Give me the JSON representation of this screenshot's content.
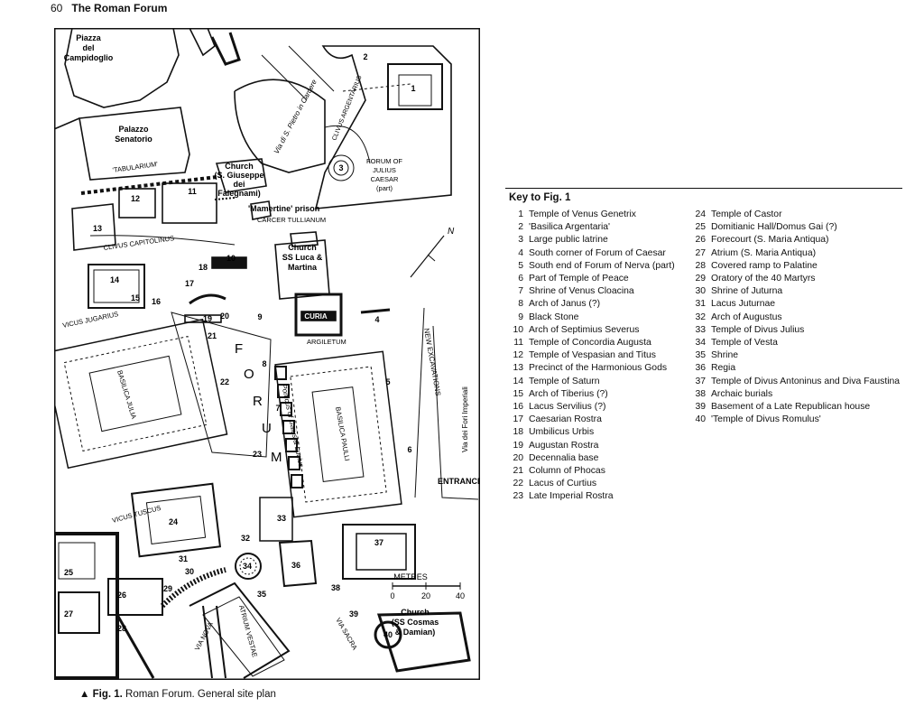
{
  "header": {
    "page_number": "60",
    "title": "The Roman Forum"
  },
  "map": {
    "place_labels": {
      "piazza": [
        "Piazza",
        "del",
        "Campidoglio"
      ],
      "palazzo": [
        "Palazzo",
        "Senatorio"
      ],
      "tabularium": "'TABULARIUM'",
      "church_giuseppe": [
        "Church",
        "(S. Giuseppe",
        "dei",
        "Falegnami)"
      ],
      "mamertine": "'Mamertine' prison",
      "carcer": "CARCER TULLIANUM",
      "church_luca": [
        "Church",
        "SS Luca &",
        "Martina"
      ],
      "clivus_capitolinus": "CLIVUS CAPITOLINUS",
      "vicus_jugarius": "VICUS JUGARIUS",
      "vicus_tuscus": "VICUS TUSCUS",
      "basilica_julia": "BASILICA JULIA",
      "basilica_paulli": "BASILICA PAULLI",
      "curia": "CURIA",
      "argiletum": "ARGILETUM",
      "forum": [
        "F",
        "O",
        "R",
        "U",
        "M"
      ],
      "porticus": "Porticus of Gaius & Lucius",
      "new_excavations": "NEW EXCAVATIONS",
      "via_fori": "Via dei Fori Imperiali",
      "entrance": "ENTRANCE",
      "via_pietro": "Via di S. Pietro in Carcere",
      "clivus_argentarius": "CLIVUS ARGENTARIUS",
      "forum_julius": [
        "FORUM OF",
        "JULIUS",
        "CAESAR",
        "(part)"
      ],
      "church_cosmas": [
        "Church",
        "(SS Cosmas",
        "& Damian)"
      ],
      "via_nova": "VIA NOVA",
      "atrium_vestae": "ATRIUM VESTAE",
      "via_sacra": "VIA SACRA",
      "north": "N"
    },
    "scale": {
      "label": "METRES",
      "ticks": [
        "0",
        "20",
        "40"
      ]
    },
    "number_labels": [
      "1",
      "2",
      "3",
      "4",
      "5",
      "6",
      "7",
      "8",
      "9",
      "10",
      "11",
      "12",
      "13",
      "14",
      "15",
      "16",
      "17",
      "18",
      "19",
      "20",
      "21",
      "22",
      "23",
      "24",
      "25",
      "26",
      "27",
      "28",
      "29",
      "30",
      "31",
      "32",
      "33",
      "34",
      "35",
      "36",
      "37",
      "38",
      "39",
      "40"
    ]
  },
  "key": {
    "title": "Key to Fig. 1",
    "items": [
      {
        "n": "1",
        "t": "Temple of Venus Genetrix"
      },
      {
        "n": "2",
        "t": "'Basilica Argentaria'"
      },
      {
        "n": "3",
        "t": "Large public latrine"
      },
      {
        "n": "4",
        "t": "South corner of Forum of Caesar"
      },
      {
        "n": "5",
        "t": "South end of Forum of Nerva (part)"
      },
      {
        "n": "6",
        "t": "Part of Temple of Peace"
      },
      {
        "n": "7",
        "t": "Shrine of Venus Cloacina"
      },
      {
        "n": "8",
        "t": "Arch of Janus (?)"
      },
      {
        "n": "9",
        "t": "Black Stone"
      },
      {
        "n": "10",
        "t": "Arch of Septimius Severus"
      },
      {
        "n": "11",
        "t": "Temple of Concordia Augusta"
      },
      {
        "n": "12",
        "t": "Temple of Vespasian and Titus"
      },
      {
        "n": "13",
        "t": "Precinct of the Harmonious Gods"
      },
      {
        "n": "14",
        "t": "Temple of Saturn"
      },
      {
        "n": "15",
        "t": "Arch of Tiberius (?)"
      },
      {
        "n": "16",
        "t": "Lacus Servilius (?)"
      },
      {
        "n": "17",
        "t": "Caesarian Rostra"
      },
      {
        "n": "18",
        "t": "Umbilicus Urbis"
      },
      {
        "n": "19",
        "t": "Augustan Rostra"
      },
      {
        "n": "20",
        "t": "Decennalia base"
      },
      {
        "n": "21",
        "t": "Column of Phocas"
      },
      {
        "n": "22",
        "t": "Lacus of Curtius"
      },
      {
        "n": "23",
        "t": "Late Imperial Rostra"
      },
      {
        "n": "24",
        "t": "Temple of Castor"
      },
      {
        "n": "25",
        "t": "Domitianic Hall/Domus Gai (?)"
      },
      {
        "n": "26",
        "t": "Forecourt (S. Maria Antiqua)"
      },
      {
        "n": "27",
        "t": "Atrium (S. Maria Antiqua)"
      },
      {
        "n": "28",
        "t": "Covered ramp to Palatine"
      },
      {
        "n": "29",
        "t": "Oratory of the 40 Martyrs"
      },
      {
        "n": "30",
        "t": "Shrine of Juturna"
      },
      {
        "n": "31",
        "t": "Lacus Juturnae"
      },
      {
        "n": "32",
        "t": "Arch of Augustus"
      },
      {
        "n": "33",
        "t": "Temple of Divus Julius"
      },
      {
        "n": "34",
        "t": "Temple of Vesta"
      },
      {
        "n": "35",
        "t": "Shrine"
      },
      {
        "n": "36",
        "t": "Regia"
      },
      {
        "n": "37",
        "t": "Temple of Divus Antoninus and Diva Faustina"
      },
      {
        "n": "38",
        "t": "Archaic burials"
      },
      {
        "n": "39",
        "t": "Basement of a Late Republican house"
      },
      {
        "n": "40",
        "t": "'Temple of Divus Romulus'"
      }
    ]
  },
  "caption": {
    "marker": "▲",
    "fig": "Fig. 1.",
    "text": "Roman Forum. General site plan"
  }
}
